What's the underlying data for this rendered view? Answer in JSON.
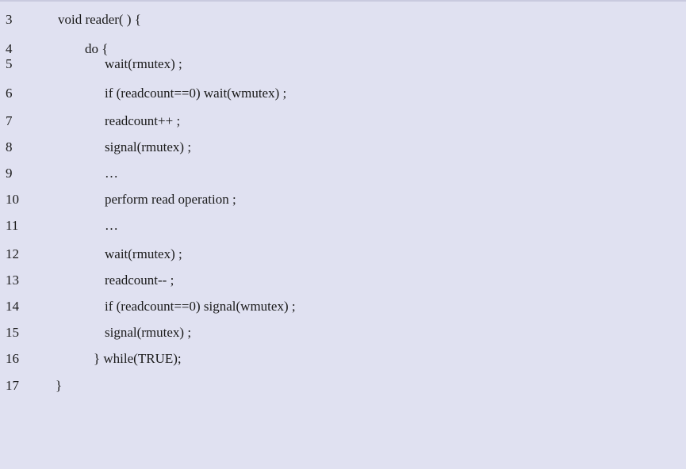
{
  "code_listing": {
    "lines": [
      {
        "number": "3",
        "code": "void reader( ) {"
      },
      {
        "number": "4",
        "code": "do {"
      },
      {
        "number": "5",
        "code": "wait(rmutex) ;"
      },
      {
        "number": "6",
        "code": "if (readcount==0) wait(wmutex) ;"
      },
      {
        "number": "7",
        "code": "readcount++ ;"
      },
      {
        "number": "8",
        "code": "signal(rmutex) ;"
      },
      {
        "number": "9",
        "code": "…"
      },
      {
        "number": "10",
        "code": "perform read operation ;"
      },
      {
        "number": "11",
        "code": "…"
      },
      {
        "number": "12",
        "code": "wait(rmutex) ;"
      },
      {
        "number": "13",
        "code": "readcount-- ;"
      },
      {
        "number": "14",
        "code": "if (readcount==0) signal(wmutex) ;"
      },
      {
        "number": "15",
        "code": "signal(rmutex) ;"
      },
      {
        "number": "16",
        "code": "} while(TRUE);"
      },
      {
        "number": "17",
        "code": "}"
      }
    ]
  }
}
